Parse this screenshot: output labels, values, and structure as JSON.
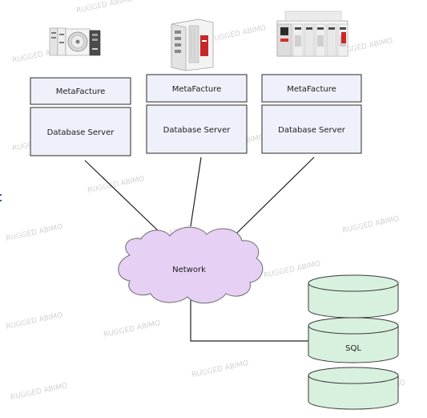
{
  "servers": [
    {
      "app_label": "MetaFacture",
      "db_label": "Database Server",
      "device_icon": "industrial-controller-icon"
    },
    {
      "app_label": "MetaFacture",
      "db_label": "Database Server",
      "device_icon": "plc-module-icon"
    },
    {
      "app_label": "MetaFacture",
      "db_label": "Database Server",
      "device_icon": "io-rack-icon"
    }
  ],
  "network": {
    "label": "Network",
    "fill": "#e6d0f4",
    "stroke": "#6d6d6d"
  },
  "database": {
    "label": "SQL",
    "fill": "#d8f0de",
    "stroke": "#3a3a3a"
  },
  "colors": {
    "box_fill": "#eef1f9",
    "box_stroke": "#2b2b2b",
    "line": "#202020"
  },
  "watermark": "RUGGED ABIMO"
}
